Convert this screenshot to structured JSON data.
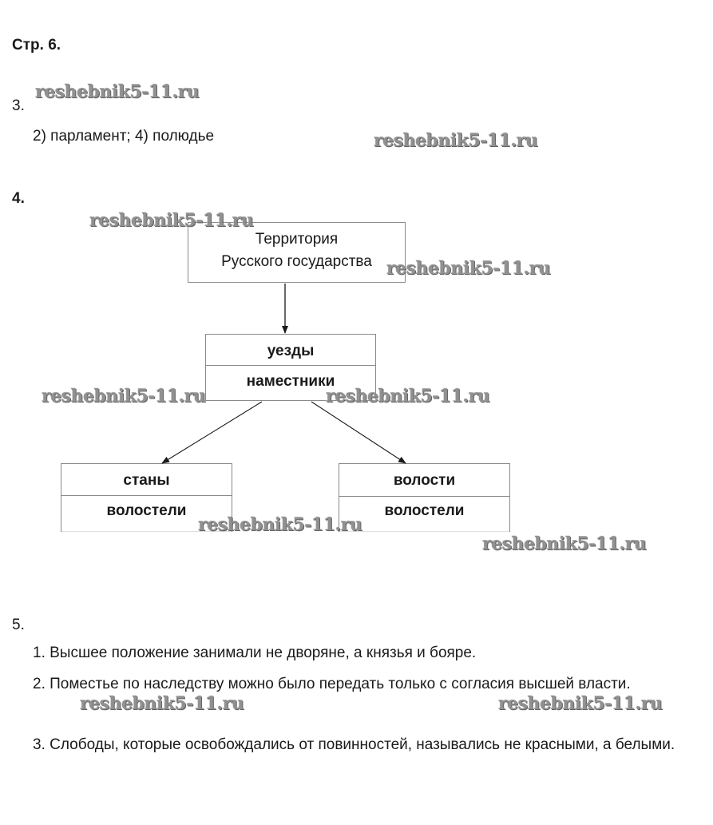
{
  "page": {
    "title": "Стр. 6."
  },
  "task3": {
    "number": "3.",
    "answer": "2) парламент; 4) полюдье"
  },
  "task4": {
    "number": "4.",
    "diagram": {
      "root": {
        "line1": "Территория",
        "line2": "Русского государства"
      },
      "middle": {
        "top": "уезды",
        "bottom": "наместники"
      },
      "left": {
        "top": "станы",
        "bottom": "волостели"
      },
      "right": {
        "top": "волости",
        "bottom": "волостели"
      }
    }
  },
  "task5": {
    "number": "5.",
    "items": [
      "1. Высшее положение занимали не дворяне, а князья и бояре.",
      "2. Поместье по наследству можно было передать только с согласия высшей власти.",
      "3. Слободы, которые освобождались от повинностей, назывались не красными, а белыми."
    ]
  },
  "watermark": {
    "text": "reshebnik5-11.ru"
  }
}
